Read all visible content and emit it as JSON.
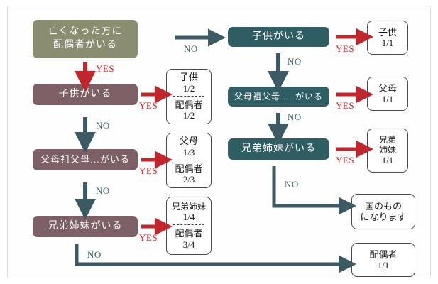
{
  "colors": {
    "olive": "#8a8d70",
    "mauve": "#7c6066",
    "teal": "#2f5d64",
    "yes_red": "#c0262b",
    "no_teal": "#3c5a63",
    "box_outline": "#444a4d",
    "card_bg": "#fefefe",
    "card_border": "#dcdcdc"
  },
  "labels": {
    "yes": "YES",
    "no": "NO"
  },
  "left_column": {
    "q_spouse": "亡くなった方に\n配偶者がいる",
    "q_spouse_line1": "亡くなった方に",
    "q_spouse_line2": "配偶者がいる",
    "q_children": "子供がいる",
    "q_parents": "父母祖父母…がいる",
    "q_siblings": "兄弟姉妹がいる"
  },
  "left_results": [
    {
      "heir": "子供",
      "heir_share": "1/2",
      "spouse": "配偶者",
      "spouse_share": "1/2"
    },
    {
      "heir": "父母",
      "heir_share": "1/3",
      "spouse": "配偶者",
      "spouse_share": "2/3"
    },
    {
      "heir": "兄弟姉妹",
      "heir_share": "1/4",
      "spouse": "配偶者",
      "spouse_share": "3/4"
    }
  ],
  "right_column": {
    "q_children": "子供がいる",
    "q_parents": "父母祖父母 … がいる",
    "q_siblings": "兄弟姉妹がいる"
  },
  "right_results": [
    {
      "line1": "子供",
      "line2": "",
      "share": "1/1"
    },
    {
      "line1": "父母",
      "line2": "",
      "share": "1/1"
    },
    {
      "line1": "兄弟",
      "line2": "姉妹",
      "share": "1/1"
    }
  ],
  "terminal": {
    "state_line1": "国のもの",
    "state_line2": "になります",
    "spouse_only_line1": "配偶者",
    "spouse_only_share": "1/1"
  },
  "chart_data": {
    "type": "diagram",
    "title": "法定相続分 判定フローチャート",
    "nodes": [
      {
        "id": "n1",
        "text": "亡くなった方に配偶者がいる",
        "kind": "decision",
        "color": "#8a8d70"
      },
      {
        "id": "n2",
        "text": "子供がいる",
        "kind": "decision",
        "color": "#7c6066"
      },
      {
        "id": "n3",
        "text": "父母祖父母…がいる",
        "kind": "decision",
        "color": "#7c6066"
      },
      {
        "id": "n4",
        "text": "兄弟姉妹がいる",
        "kind": "decision",
        "color": "#7c6066"
      },
      {
        "id": "n5",
        "text": "子供がいる",
        "kind": "decision",
        "color": "#2f5d64"
      },
      {
        "id": "n6",
        "text": "父母祖父母 … がいる",
        "kind": "decision",
        "color": "#2f5d64"
      },
      {
        "id": "n7",
        "text": "兄弟姉妹がいる",
        "kind": "decision",
        "color": "#2f5d64"
      },
      {
        "id": "r1",
        "text": "子供 1/2 / 配偶者 1/2",
        "kind": "result"
      },
      {
        "id": "r2",
        "text": "父母 1/3 / 配偶者 2/3",
        "kind": "result"
      },
      {
        "id": "r3",
        "text": "兄弟姉妹 1/4 / 配偶者 3/4",
        "kind": "result"
      },
      {
        "id": "r4",
        "text": "子供 1/1",
        "kind": "result"
      },
      {
        "id": "r5",
        "text": "父母 1/1",
        "kind": "result"
      },
      {
        "id": "r6",
        "text": "兄弟姉妹 1/1",
        "kind": "result"
      },
      {
        "id": "r7",
        "text": "国のものになります",
        "kind": "result"
      },
      {
        "id": "r8",
        "text": "配偶者 1/1",
        "kind": "result"
      }
    ],
    "edges": [
      {
        "from": "n1",
        "to": "n2",
        "label": "YES"
      },
      {
        "from": "n1",
        "to": "n5",
        "label": "NO"
      },
      {
        "from": "n2",
        "to": "r1",
        "label": "YES"
      },
      {
        "from": "n2",
        "to": "n3",
        "label": "NO"
      },
      {
        "from": "n3",
        "to": "r2",
        "label": "YES"
      },
      {
        "from": "n3",
        "to": "n4",
        "label": "NO"
      },
      {
        "from": "n4",
        "to": "r3",
        "label": "YES"
      },
      {
        "from": "n4",
        "to": "r8",
        "label": "NO"
      },
      {
        "from": "n5",
        "to": "r4",
        "label": "YES"
      },
      {
        "from": "n5",
        "to": "n6",
        "label": "NO"
      },
      {
        "from": "n6",
        "to": "r5",
        "label": "YES"
      },
      {
        "from": "n6",
        "to": "n7",
        "label": "NO"
      },
      {
        "from": "n7",
        "to": "r6",
        "label": "YES"
      },
      {
        "from": "n7",
        "to": "r7",
        "label": "NO"
      }
    ]
  }
}
